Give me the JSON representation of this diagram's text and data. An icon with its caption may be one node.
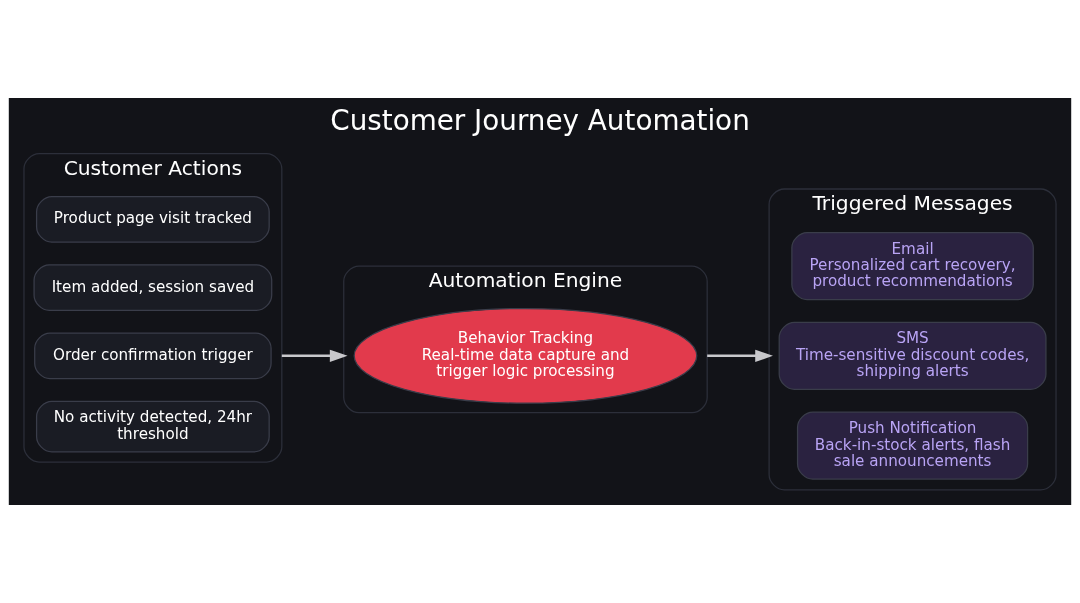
{
  "diagram": {
    "title": "Customer Journey Automation",
    "nodes": [
      {
        "text": [
          "Customer Actions"
        ]
      },
      {
        "text": [
          "Product page visit tracked"
        ],
        "in": 0
      },
      {
        "text": [
          "Item added, session saved"
        ],
        "in": 0
      },
      {
        "text": [
          "Order confirmation trigger"
        ],
        "in": 0
      },
      {
        "text": [
          "No activity detected, 24hr threshold"
        ],
        "in": 0
      },
      {
        "text": [
          "Automation Engine"
        ]
      },
      {
        "text": [
          "Behavior Tracking",
          "Real-time data capture and trigger logic processing"
        ],
        "in": 5
      },
      {
        "text": [
          "Triggered Messages"
        ]
      },
      {
        "text": [
          "Email",
          "Personalized cart recovery, product recommendations"
        ],
        "in": 7
      },
      {
        "text": [
          "SMS",
          "Time-sensitive discount codes, shipping alerts"
        ],
        "in": 7
      },
      {
        "text": [
          "Push Notification",
          "Back-in-stock alerts, flash sale announcements"
        ],
        "in": 7
      }
    ],
    "edges": [
      {
        "from": 0,
        "to": 5,
        "arrow": "to"
      },
      {
        "from": 5,
        "to": 7,
        "arrow": "to"
      }
    ]
  }
}
